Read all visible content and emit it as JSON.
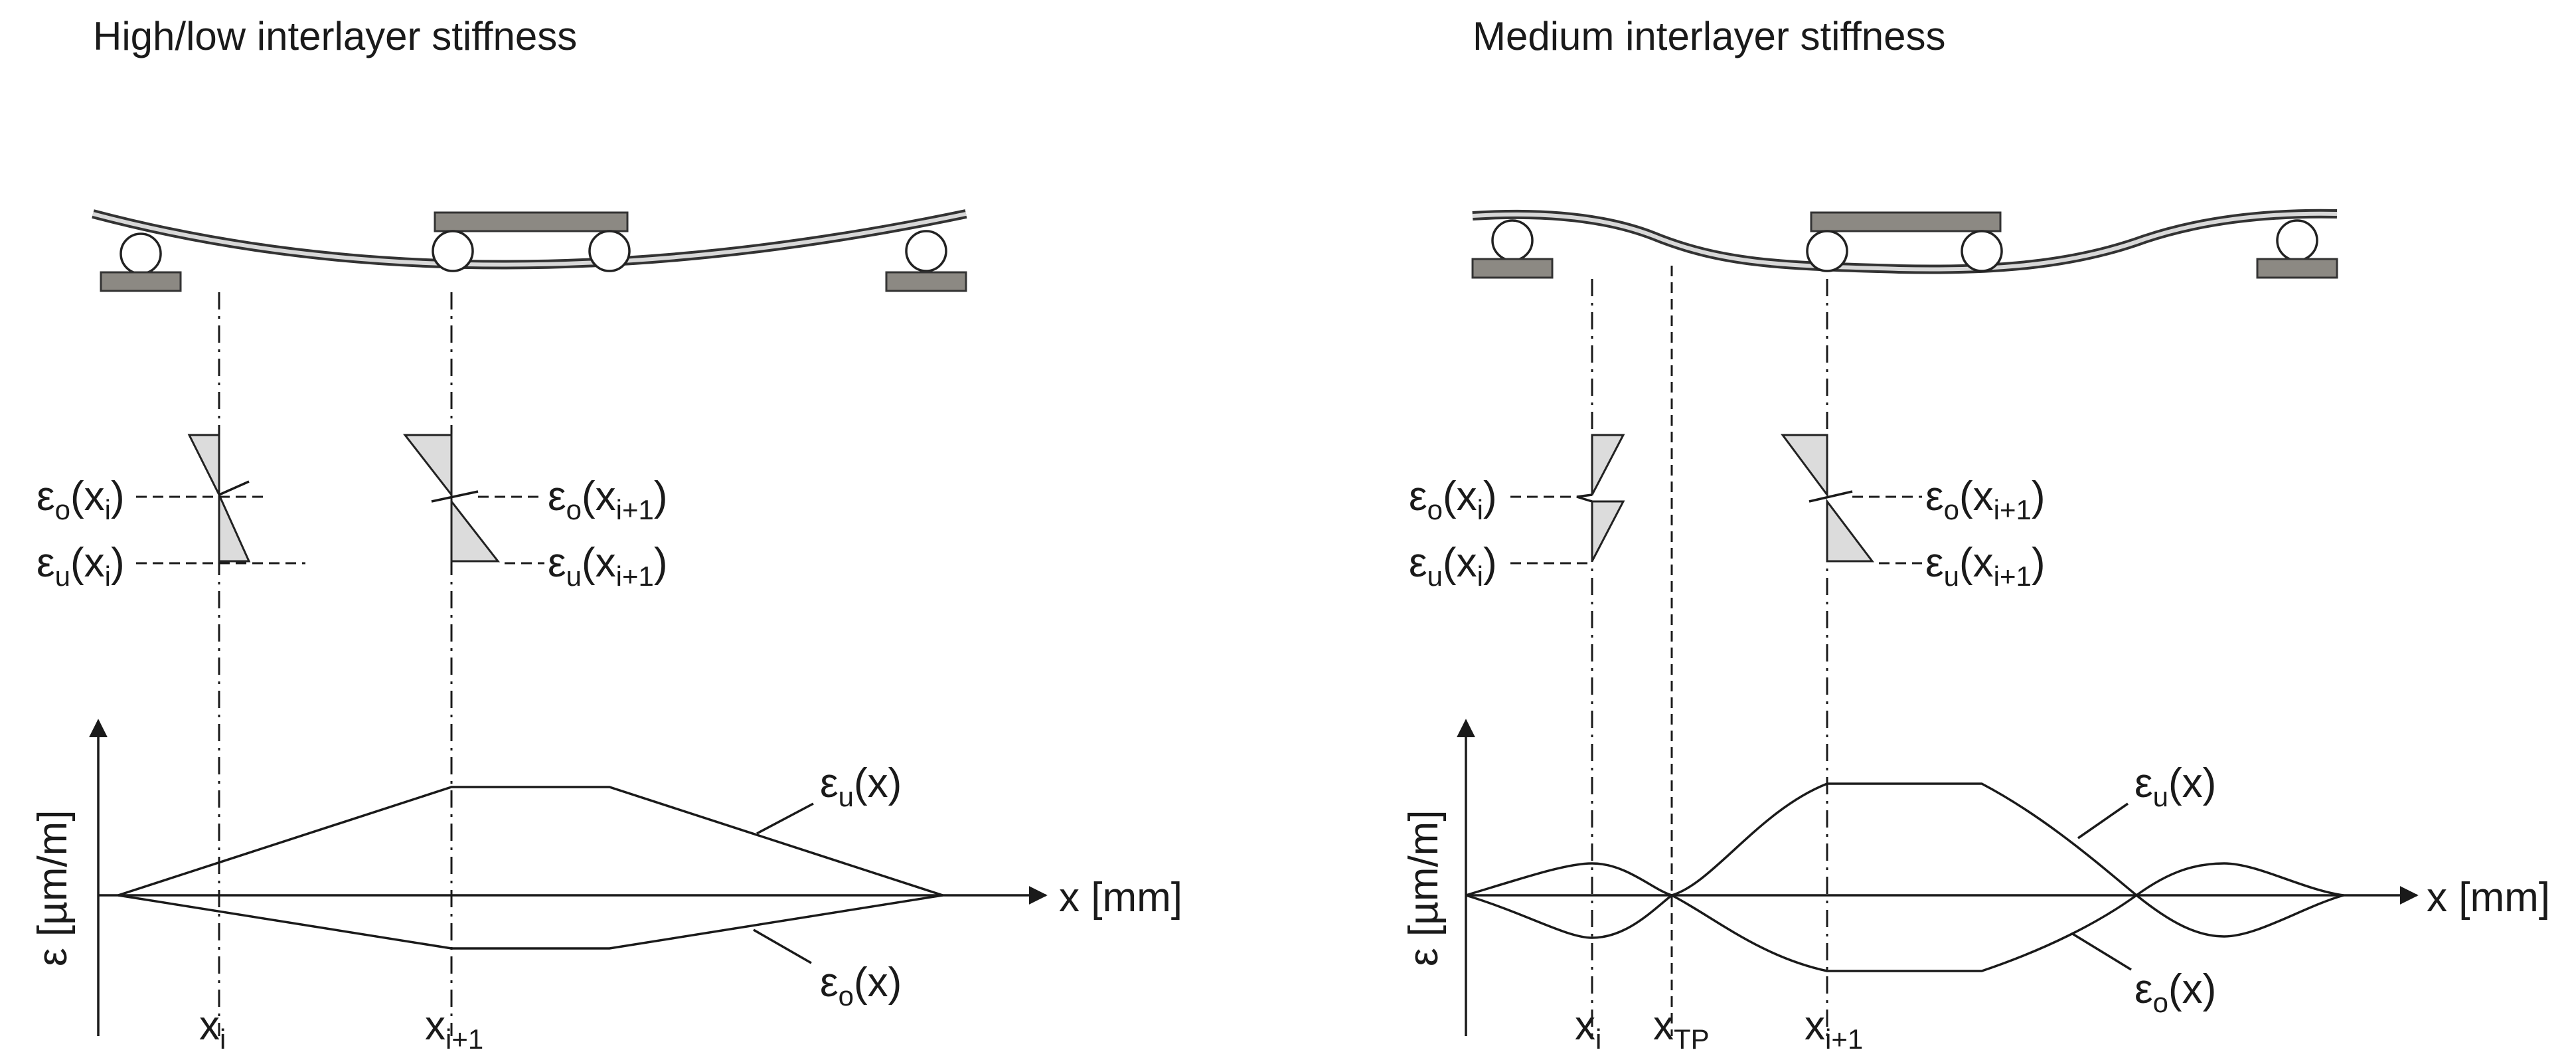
{
  "panels": [
    {
      "title": "High/low interlayer stiffness",
      "strain_top_label": {
        "symbol": "ε",
        "sub": "o",
        "arg": "(x",
        "arg_sub": "i",
        "close": ")"
      },
      "strain_bottom_label": {
        "symbol": "ε",
        "sub": "u",
        "arg": "(x",
        "arg_sub": "i",
        "close": ")"
      },
      "strain_top_label2": {
        "symbol": "ε",
        "sub": "o",
        "arg": "(x",
        "arg_sub": "i+1",
        "close": ")"
      },
      "strain_bottom_label2": {
        "symbol": "ε",
        "sub": "u",
        "arg": "(x",
        "arg_sub": "i+1",
        "close": ")"
      },
      "y_axis_label": "ε [µm/m]",
      "x_axis_label": "x [mm]",
      "curve_upper_label": {
        "symbol": "ε",
        "sub": "u",
        "rest": "(x)"
      },
      "curve_lower_label": {
        "symbol": "ε",
        "sub": "o",
        "rest": "(x)"
      },
      "x_ticks": [
        {
          "base": "x",
          "sub": "i"
        },
        {
          "base": "x",
          "sub": "i+1"
        }
      ]
    },
    {
      "title": "Medium interlayer stiffness",
      "strain_top_label": {
        "symbol": "ε",
        "sub": "o",
        "arg": "(x",
        "arg_sub": "i",
        "close": ")"
      },
      "strain_bottom_label": {
        "symbol": "ε",
        "sub": "u",
        "arg": "(x",
        "arg_sub": "i",
        "close": ")"
      },
      "strain_top_label2": {
        "symbol": "ε",
        "sub": "o",
        "arg": "(x",
        "arg_sub": "i+1",
        "close": ")"
      },
      "strain_bottom_label2": {
        "symbol": "ε",
        "sub": "u",
        "arg": "(x",
        "arg_sub": "i+1",
        "close": ")"
      },
      "y_axis_label": "ε [µm/m]",
      "x_axis_label": "x [mm]",
      "curve_upper_label": {
        "symbol": "ε",
        "sub": "u",
        "rest": "(x)"
      },
      "curve_lower_label": {
        "symbol": "ε",
        "sub": "o",
        "rest": "(x)"
      },
      "x_ticks": [
        {
          "base": "x",
          "sub": "i"
        },
        {
          "base": "x",
          "sub": "TP"
        },
        {
          "base": "x",
          "sub": "i+1"
        }
      ]
    }
  ],
  "colors": {
    "line": "#1a1a1a",
    "support_fill": "#8c8983",
    "strain_fill": "#dcdcdc",
    "beam_outer": "#333333",
    "beam_inner": "#d8d8d8"
  }
}
